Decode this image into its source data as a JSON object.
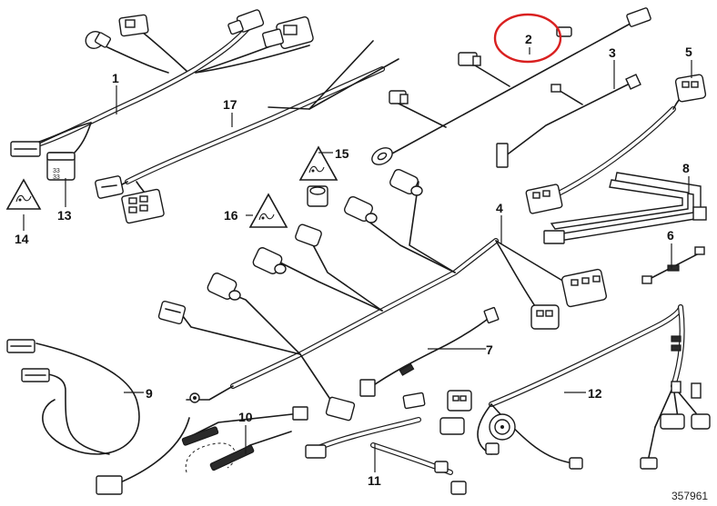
{
  "diagram": {
    "parts": [
      {
        "id": "1",
        "label": "1"
      },
      {
        "id": "2",
        "label": "2"
      },
      {
        "id": "3",
        "label": "3"
      },
      {
        "id": "4",
        "label": "4"
      },
      {
        "id": "5",
        "label": "5"
      },
      {
        "id": "6",
        "label": "6"
      },
      {
        "id": "7",
        "label": "7"
      },
      {
        "id": "8",
        "label": "8"
      },
      {
        "id": "9",
        "label": "9"
      },
      {
        "id": "10",
        "label": "10"
      },
      {
        "id": "11",
        "label": "11"
      },
      {
        "id": "12",
        "label": "12"
      },
      {
        "id": "13",
        "label": "13"
      },
      {
        "id": "14",
        "label": "14"
      },
      {
        "id": "15",
        "label": "15"
      },
      {
        "id": "16",
        "label": "16"
      },
      {
        "id": "17",
        "label": "17"
      }
    ],
    "highlighted_part": "2",
    "highlight_color": "#d92020",
    "catalog_number": "357961",
    "warning_icon": "warning-triangle-icon"
  }
}
